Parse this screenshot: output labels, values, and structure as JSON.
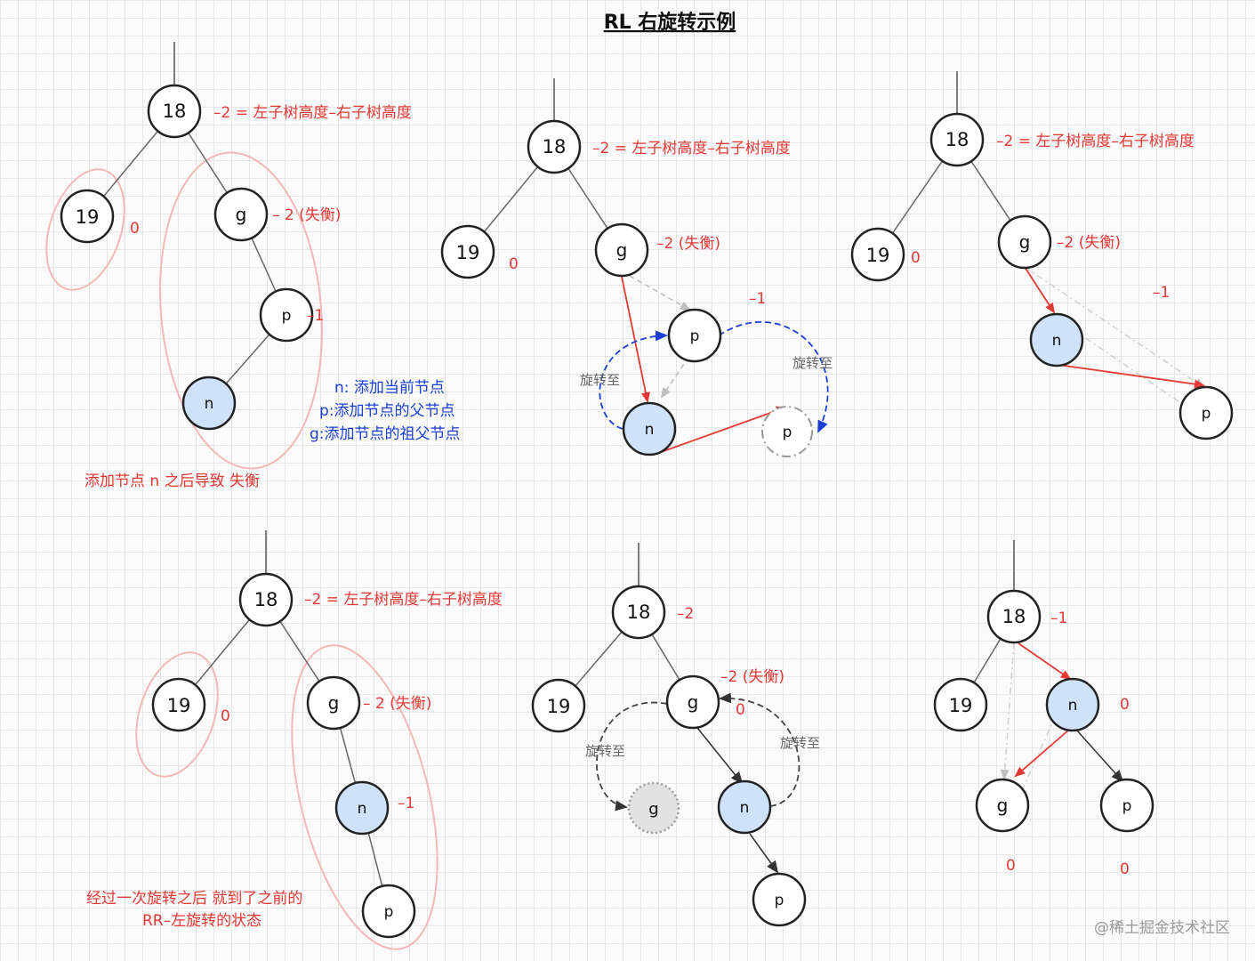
{
  "title": "RL 右旋转示例",
  "labels": {
    "root": "18",
    "left": "19",
    "g": "g",
    "p": "p",
    "n": "n"
  },
  "annotations": {
    "height_formula": "–2 = 左子树高度–右子树高度",
    "zero": "0",
    "g_unbalanced_spaced": "– 2 (失衡)",
    "g_unbalanced": "–2 (失衡)",
    "minus_one": "–1",
    "minus_two": "–2",
    "rotate_to": "旋转至",
    "legend_n": "n:   添加当前节点",
    "legend_p": "p:添加节点的父节点",
    "legend_g": "g:添加节点的祖父节点",
    "caption_top": "添加节点 n 之后导致 失衡",
    "caption_bottom_1": "经过一次旋转之后  就到了之前的",
    "caption_bottom_2": "RR–左旋转的状态"
  },
  "watermark": "@稀土掘金技术社区",
  "colors": {
    "node_fill": "#ffffff",
    "highlight_fill": "#cfe2fb",
    "ghost_fill": "#e2e2e2",
    "edge": "#666666",
    "red": "#e53935",
    "blue": "#1a3fd6",
    "ellipse": "#f4b8b8"
  }
}
